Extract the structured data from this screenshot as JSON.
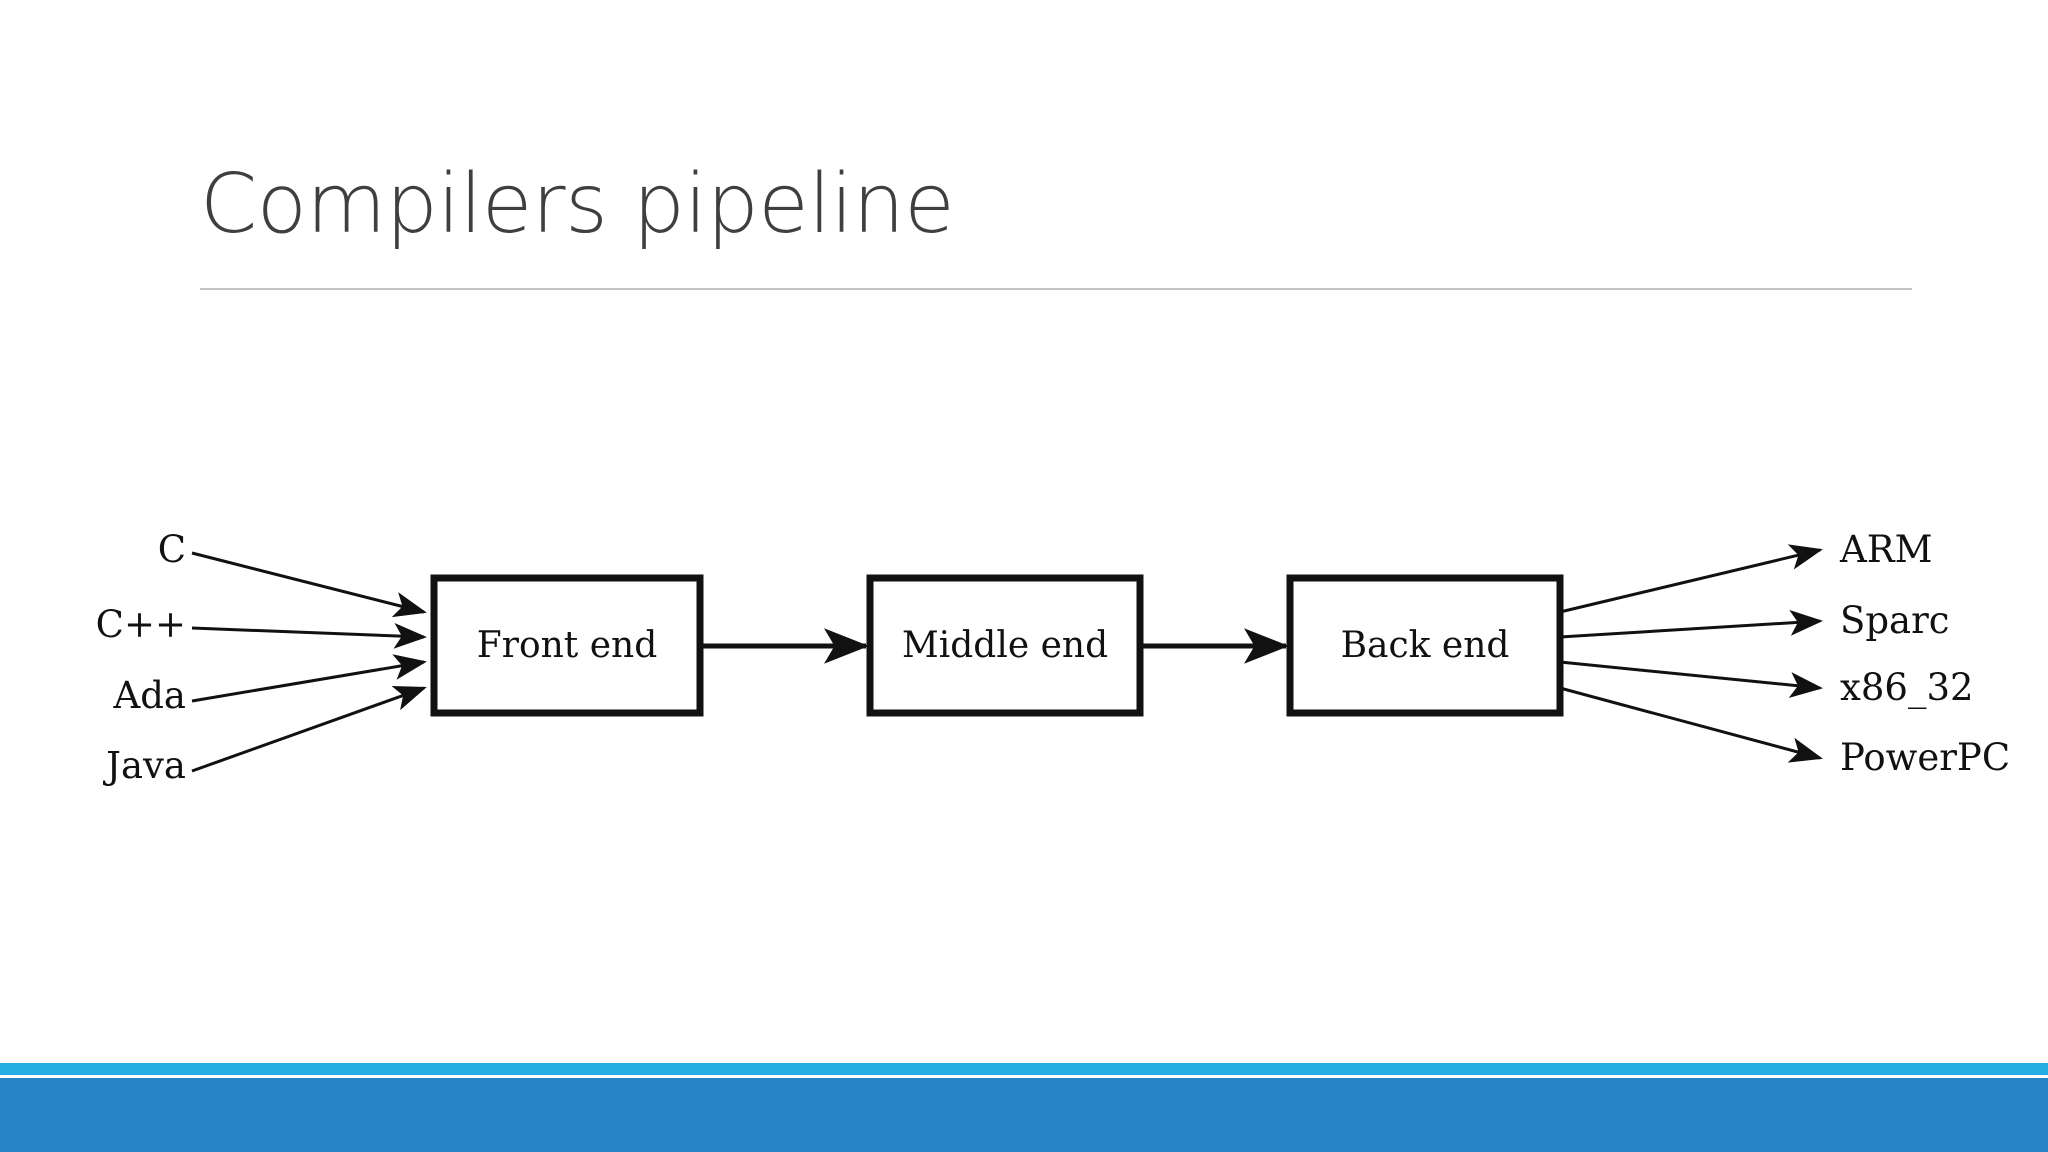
{
  "slide": {
    "title": "Compilers pipeline",
    "background_color": "#ffffff",
    "title_color": "#3f3f3f",
    "rule_color": "#c3c3c3"
  },
  "diagram": {
    "name": "compiler-pipeline-diagram",
    "stroke_color": "#111111",
    "box_fill": "#ffffff",
    "inputs": [
      {
        "label": "C"
      },
      {
        "label": "C++"
      },
      {
        "label": "Ada"
      },
      {
        "label": "Java"
      }
    ],
    "stages": [
      {
        "label": "Front end"
      },
      {
        "label": "Middle end"
      },
      {
        "label": "Back end"
      }
    ],
    "outputs": [
      {
        "label": "ARM"
      },
      {
        "label": "Sparc"
      },
      {
        "label": "x86_32"
      },
      {
        "label": "PowerPC"
      }
    ]
  },
  "footer": {
    "accent_light": "#24aee1",
    "accent_dark": "#2585c6",
    "divider": "#ffffff"
  }
}
